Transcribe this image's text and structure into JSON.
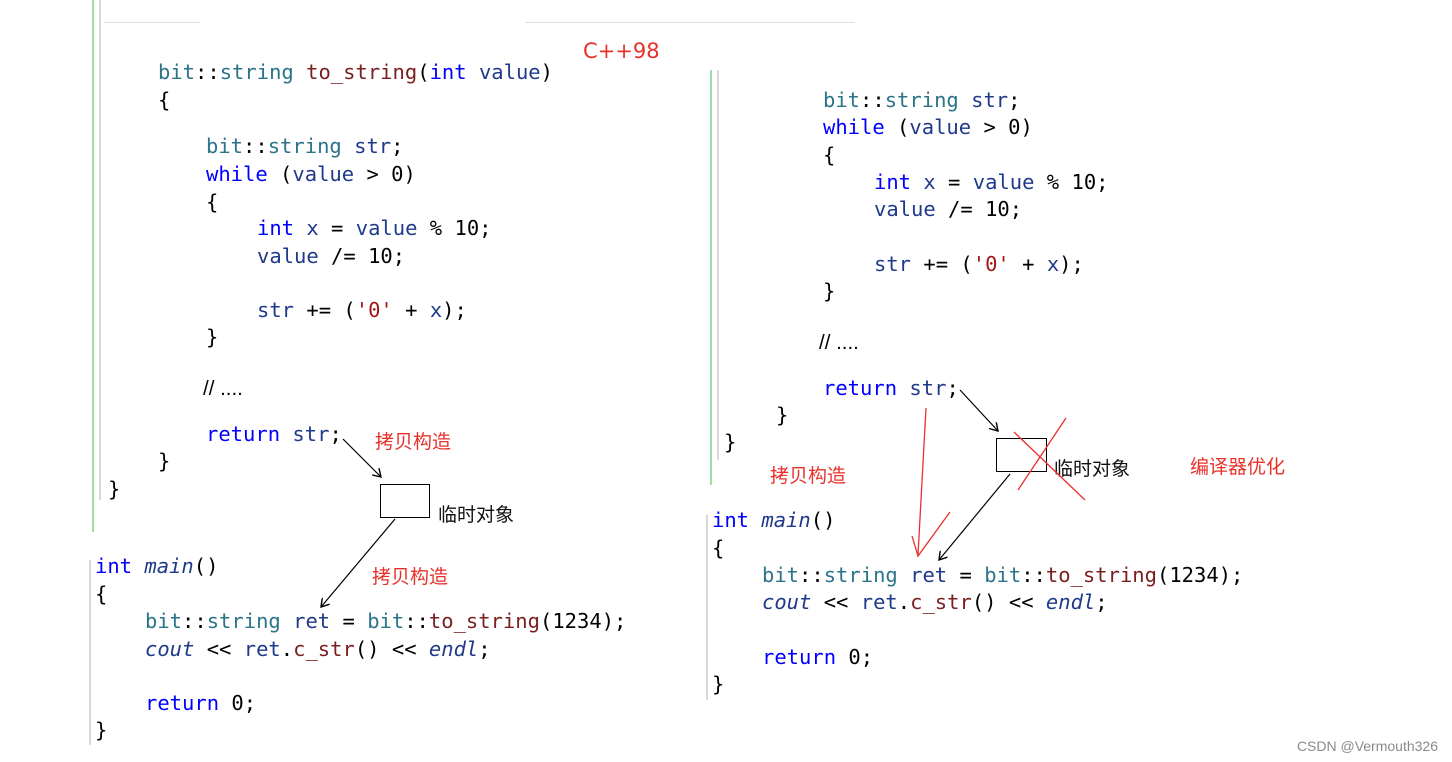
{
  "title_label": "C++98",
  "left_function": {
    "lines": [
      [
        {
          "t": "bit",
          "c": "c-type"
        },
        {
          "t": "::",
          "c": ""
        },
        {
          "t": "string",
          "c": "c-type"
        },
        {
          "t": " ",
          "c": ""
        },
        {
          "t": "to_string",
          "c": "c-fn"
        },
        {
          "t": "(",
          "c": ""
        },
        {
          "t": "int",
          "c": "c-kw"
        },
        {
          "t": " ",
          "c": ""
        },
        {
          "t": "value",
          "c": "c-var"
        },
        {
          "t": ")",
          "c": ""
        }
      ],
      [
        {
          "t": "{",
          "c": ""
        }
      ],
      [
        {
          "t": "bit",
          "c": "c-type"
        },
        {
          "t": "::",
          "c": ""
        },
        {
          "t": "string",
          "c": "c-type"
        },
        {
          "t": " ",
          "c": ""
        },
        {
          "t": "str",
          "c": "c-var"
        },
        {
          "t": ";",
          "c": ""
        }
      ],
      [
        {
          "t": "while",
          "c": "c-kw"
        },
        {
          "t": " (",
          "c": ""
        },
        {
          "t": "value",
          "c": "c-var"
        },
        {
          "t": " > 0)",
          "c": ""
        }
      ],
      [
        {
          "t": "{",
          "c": ""
        }
      ],
      [
        {
          "t": "int",
          "c": "c-kw"
        },
        {
          "t": " ",
          "c": ""
        },
        {
          "t": "x",
          "c": "c-var"
        },
        {
          "t": " = ",
          "c": ""
        },
        {
          "t": "value",
          "c": "c-var"
        },
        {
          "t": " % 10;",
          "c": ""
        }
      ],
      [
        {
          "t": "value",
          "c": "c-var"
        },
        {
          "t": " /= 10;",
          "c": ""
        }
      ],
      [
        {
          "t": "str",
          "c": "c-var"
        },
        {
          "t": " += (",
          "c": ""
        },
        {
          "t": "'0'",
          "c": "c-str"
        },
        {
          "t": " + ",
          "c": ""
        },
        {
          "t": "x",
          "c": "c-var"
        },
        {
          "t": ");",
          "c": ""
        }
      ],
      [
        {
          "t": "}",
          "c": ""
        }
      ],
      [
        {
          "t": "// ....",
          "c": "c-cmt"
        }
      ],
      [
        {
          "t": "return",
          "c": "c-kw"
        },
        {
          "t": " ",
          "c": ""
        },
        {
          "t": "str",
          "c": "c-var"
        },
        {
          "t": ";",
          "c": ""
        }
      ],
      [
        {
          "t": "}",
          "c": ""
        }
      ],
      [
        {
          "t": "}",
          "c": ""
        }
      ]
    ]
  },
  "left_main": {
    "lines": [
      [
        {
          "t": "int",
          "c": "c-kw"
        },
        {
          "t": " ",
          "c": ""
        },
        {
          "t": "main",
          "c": "c-ital"
        },
        {
          "t": "()",
          "c": ""
        }
      ],
      [
        {
          "t": "{",
          "c": ""
        }
      ],
      [
        {
          "t": "bit",
          "c": "c-type"
        },
        {
          "t": "::",
          "c": ""
        },
        {
          "t": "string",
          "c": "c-type"
        },
        {
          "t": " ",
          "c": ""
        },
        {
          "t": "ret",
          "c": "c-var"
        },
        {
          "t": " = ",
          "c": ""
        },
        {
          "t": "bit",
          "c": "c-type"
        },
        {
          "t": "::",
          "c": ""
        },
        {
          "t": "to_string",
          "c": "c-fn"
        },
        {
          "t": "(1234);",
          "c": ""
        }
      ],
      [
        {
          "t": "cout",
          "c": "c-ital"
        },
        {
          "t": " << ",
          "c": ""
        },
        {
          "t": "ret",
          "c": "c-var"
        },
        {
          "t": ".",
          "c": ""
        },
        {
          "t": "c_str",
          "c": "c-fn"
        },
        {
          "t": "() << ",
          "c": ""
        },
        {
          "t": "endl",
          "c": "c-ital"
        },
        {
          "t": ";",
          "c": ""
        }
      ],
      [
        {
          "t": "return",
          "c": "c-kw"
        },
        {
          "t": " 0;",
          "c": ""
        }
      ],
      [
        {
          "t": "}",
          "c": ""
        }
      ]
    ]
  },
  "right_function": {
    "lines": [
      [
        {
          "t": "bit",
          "c": "c-type"
        },
        {
          "t": "::",
          "c": ""
        },
        {
          "t": "string",
          "c": "c-type"
        },
        {
          "t": " ",
          "c": ""
        },
        {
          "t": "str",
          "c": "c-var"
        },
        {
          "t": ";",
          "c": ""
        }
      ],
      [
        {
          "t": "while",
          "c": "c-kw"
        },
        {
          "t": " (",
          "c": ""
        },
        {
          "t": "value",
          "c": "c-var"
        },
        {
          "t": " > 0)",
          "c": ""
        }
      ],
      [
        {
          "t": "{",
          "c": ""
        }
      ],
      [
        {
          "t": "int",
          "c": "c-kw"
        },
        {
          "t": " ",
          "c": ""
        },
        {
          "t": "x",
          "c": "c-var"
        },
        {
          "t": " = ",
          "c": ""
        },
        {
          "t": "value",
          "c": "c-var"
        },
        {
          "t": " % 10;",
          "c": ""
        }
      ],
      [
        {
          "t": "value",
          "c": "c-var"
        },
        {
          "t": " /= 10;",
          "c": ""
        }
      ],
      [
        {
          "t": "str",
          "c": "c-var"
        },
        {
          "t": " += (",
          "c": ""
        },
        {
          "t": "'0'",
          "c": "c-str"
        },
        {
          "t": " + ",
          "c": ""
        },
        {
          "t": "x",
          "c": "c-var"
        },
        {
          "t": ");",
          "c": ""
        }
      ],
      [
        {
          "t": "}",
          "c": ""
        }
      ],
      [
        {
          "t": "// ....",
          "c": "c-cmt"
        }
      ],
      [
        {
          "t": "return",
          "c": "c-kw"
        },
        {
          "t": " ",
          "c": ""
        },
        {
          "t": "str",
          "c": "c-var"
        },
        {
          "t": ";",
          "c": ""
        }
      ],
      [
        {
          "t": "}",
          "c": ""
        }
      ],
      [
        {
          "t": "}",
          "c": ""
        }
      ]
    ]
  },
  "right_main": {
    "lines": [
      [
        {
          "t": "int",
          "c": "c-kw"
        },
        {
          "t": " ",
          "c": ""
        },
        {
          "t": "main",
          "c": "c-ital"
        },
        {
          "t": "()",
          "c": ""
        }
      ],
      [
        {
          "t": "{",
          "c": ""
        }
      ],
      [
        {
          "t": "bit",
          "c": "c-type"
        },
        {
          "t": "::",
          "c": ""
        },
        {
          "t": "string",
          "c": "c-type"
        },
        {
          "t": " ",
          "c": ""
        },
        {
          "t": "ret",
          "c": "c-var"
        },
        {
          "t": " = ",
          "c": ""
        },
        {
          "t": "bit",
          "c": "c-type"
        },
        {
          "t": "::",
          "c": ""
        },
        {
          "t": "to_string",
          "c": "c-fn"
        },
        {
          "t": "(1234);",
          "c": ""
        }
      ],
      [
        {
          "t": "cout",
          "c": "c-ital"
        },
        {
          "t": " << ",
          "c": ""
        },
        {
          "t": "ret",
          "c": "c-var"
        },
        {
          "t": ".",
          "c": ""
        },
        {
          "t": "c_str",
          "c": "c-fn"
        },
        {
          "t": "() << ",
          "c": ""
        },
        {
          "t": "endl",
          "c": "c-ital"
        },
        {
          "t": ";",
          "c": ""
        }
      ],
      [
        {
          "t": "return",
          "c": "c-kw"
        },
        {
          "t": " 0;",
          "c": ""
        }
      ],
      [
        {
          "t": "}",
          "c": ""
        }
      ]
    ]
  },
  "annotations": {
    "left_copy_1": "拷贝构造",
    "left_temp": "临时对象",
    "left_copy_2": "拷贝构造",
    "right_copy": "拷贝构造",
    "right_temp": "临时对象",
    "right_optimize": "编译器优化"
  },
  "watermark": "CSDN @Vermouth326",
  "colors": {
    "annotation_red": "#e8312b",
    "keyword_blue": "#0000ff",
    "type_teal": "#2b7489"
  }
}
